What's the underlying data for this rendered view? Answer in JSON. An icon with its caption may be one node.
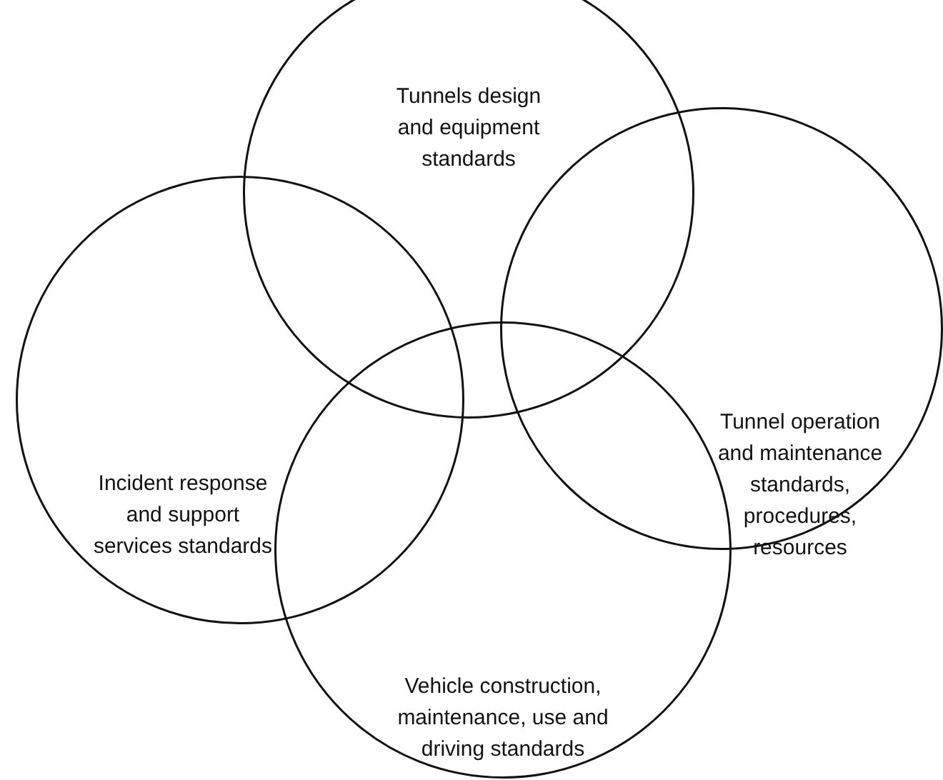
{
  "diagram": {
    "nodes": [
      {
        "text": [
          "Tunnels design and equipment standards"
        ]
      },
      {
        "text": [
          "Tunnel operation and maintenance standards, procedures, resources"
        ]
      },
      {
        "text": [
          "Incident response and support services standards"
        ]
      },
      {
        "text": [
          "Vehicle construction, maintenance, use and driving standards"
        ]
      }
    ]
  }
}
